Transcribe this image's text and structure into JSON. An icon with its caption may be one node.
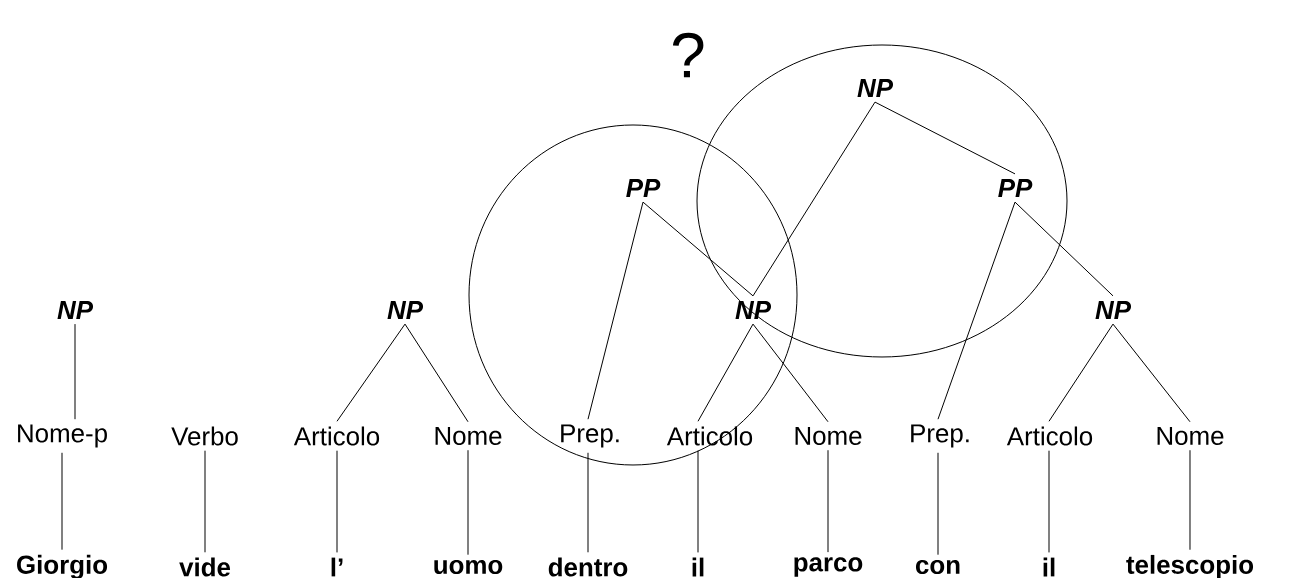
{
  "diagram": {
    "nodes": [
      {
        "text": [
          "NP"
        ]
      },
      {
        "text": [
          "PP"
        ]
      },
      {
        "text": [
          "PP"
        ]
      },
      {
        "text": [
          "NP"
        ]
      },
      {
        "text": [
          "NP"
        ]
      },
      {
        "text": [
          "NP"
        ]
      },
      {
        "text": [
          "NP"
        ]
      },
      {
        "text": [
          "Nome-p"
        ]
      },
      {
        "text": [
          "Verbo"
        ]
      },
      {
        "text": [
          "Articolo"
        ]
      },
      {
        "text": [
          "Nome"
        ]
      },
      {
        "text": [
          "Prep."
        ]
      },
      {
        "text": [
          "Articolo"
        ]
      },
      {
        "text": [
          "Nome"
        ]
      },
      {
        "text": [
          "Prep."
        ]
      },
      {
        "text": [
          "Articolo"
        ]
      },
      {
        "text": [
          "Nome"
        ]
      },
      {
        "text": [
          "Giorgio"
        ]
      },
      {
        "text": [
          "vide"
        ]
      },
      {
        "text": [
          "l’"
        ]
      },
      {
        "text": [
          "uomo"
        ]
      },
      {
        "text": [
          "dentro"
        ]
      },
      {
        "text": [
          "il"
        ]
      },
      {
        "text": [
          "parco"
        ]
      },
      {
        "text": [
          "con"
        ]
      },
      {
        "text": [
          "il"
        ]
      },
      {
        "text": [
          "telescopio"
        ]
      }
    ],
    "edges": [
      {
        "from": 0,
        "to": 5,
        "arrow": "none"
      },
      {
        "from": 0,
        "to": 2,
        "arrow": "none"
      },
      {
        "from": 1,
        "to": 11,
        "arrow": "none"
      },
      {
        "from": 1,
        "to": 5,
        "arrow": "none"
      },
      {
        "from": 2,
        "to": 14,
        "arrow": "none"
      },
      {
        "from": 2,
        "to": 6,
        "arrow": "none"
      },
      {
        "from": 3,
        "to": 7,
        "arrow": "none"
      },
      {
        "from": 4,
        "to": 9,
        "arrow": "none"
      },
      {
        "from": 4,
        "to": 10,
        "arrow": "none"
      },
      {
        "from": 5,
        "to": 12,
        "arrow": "none"
      },
      {
        "from": 5,
        "to": 13,
        "arrow": "none"
      },
      {
        "from": 6,
        "to": 15,
        "arrow": "none"
      },
      {
        "from": 6,
        "to": 16,
        "arrow": "none"
      },
      {
        "from": 7,
        "to": 17,
        "arrow": "none"
      },
      {
        "from": 8,
        "to": 18,
        "arrow": "none"
      },
      {
        "from": 9,
        "to": 19,
        "arrow": "none"
      },
      {
        "from": 10,
        "to": 20,
        "arrow": "none"
      },
      {
        "from": 11,
        "to": 21,
        "arrow": "none"
      },
      {
        "from": 12,
        "to": 22,
        "arrow": "none"
      },
      {
        "from": 13,
        "to": 23,
        "arrow": "none"
      },
      {
        "from": 14,
        "to": 24,
        "arrow": "none"
      },
      {
        "from": 15,
        "to": 25,
        "arrow": "none"
      },
      {
        "from": 16,
        "to": 26,
        "arrow": "none"
      }
    ],
    "labels": [
      "?"
    ]
  }
}
